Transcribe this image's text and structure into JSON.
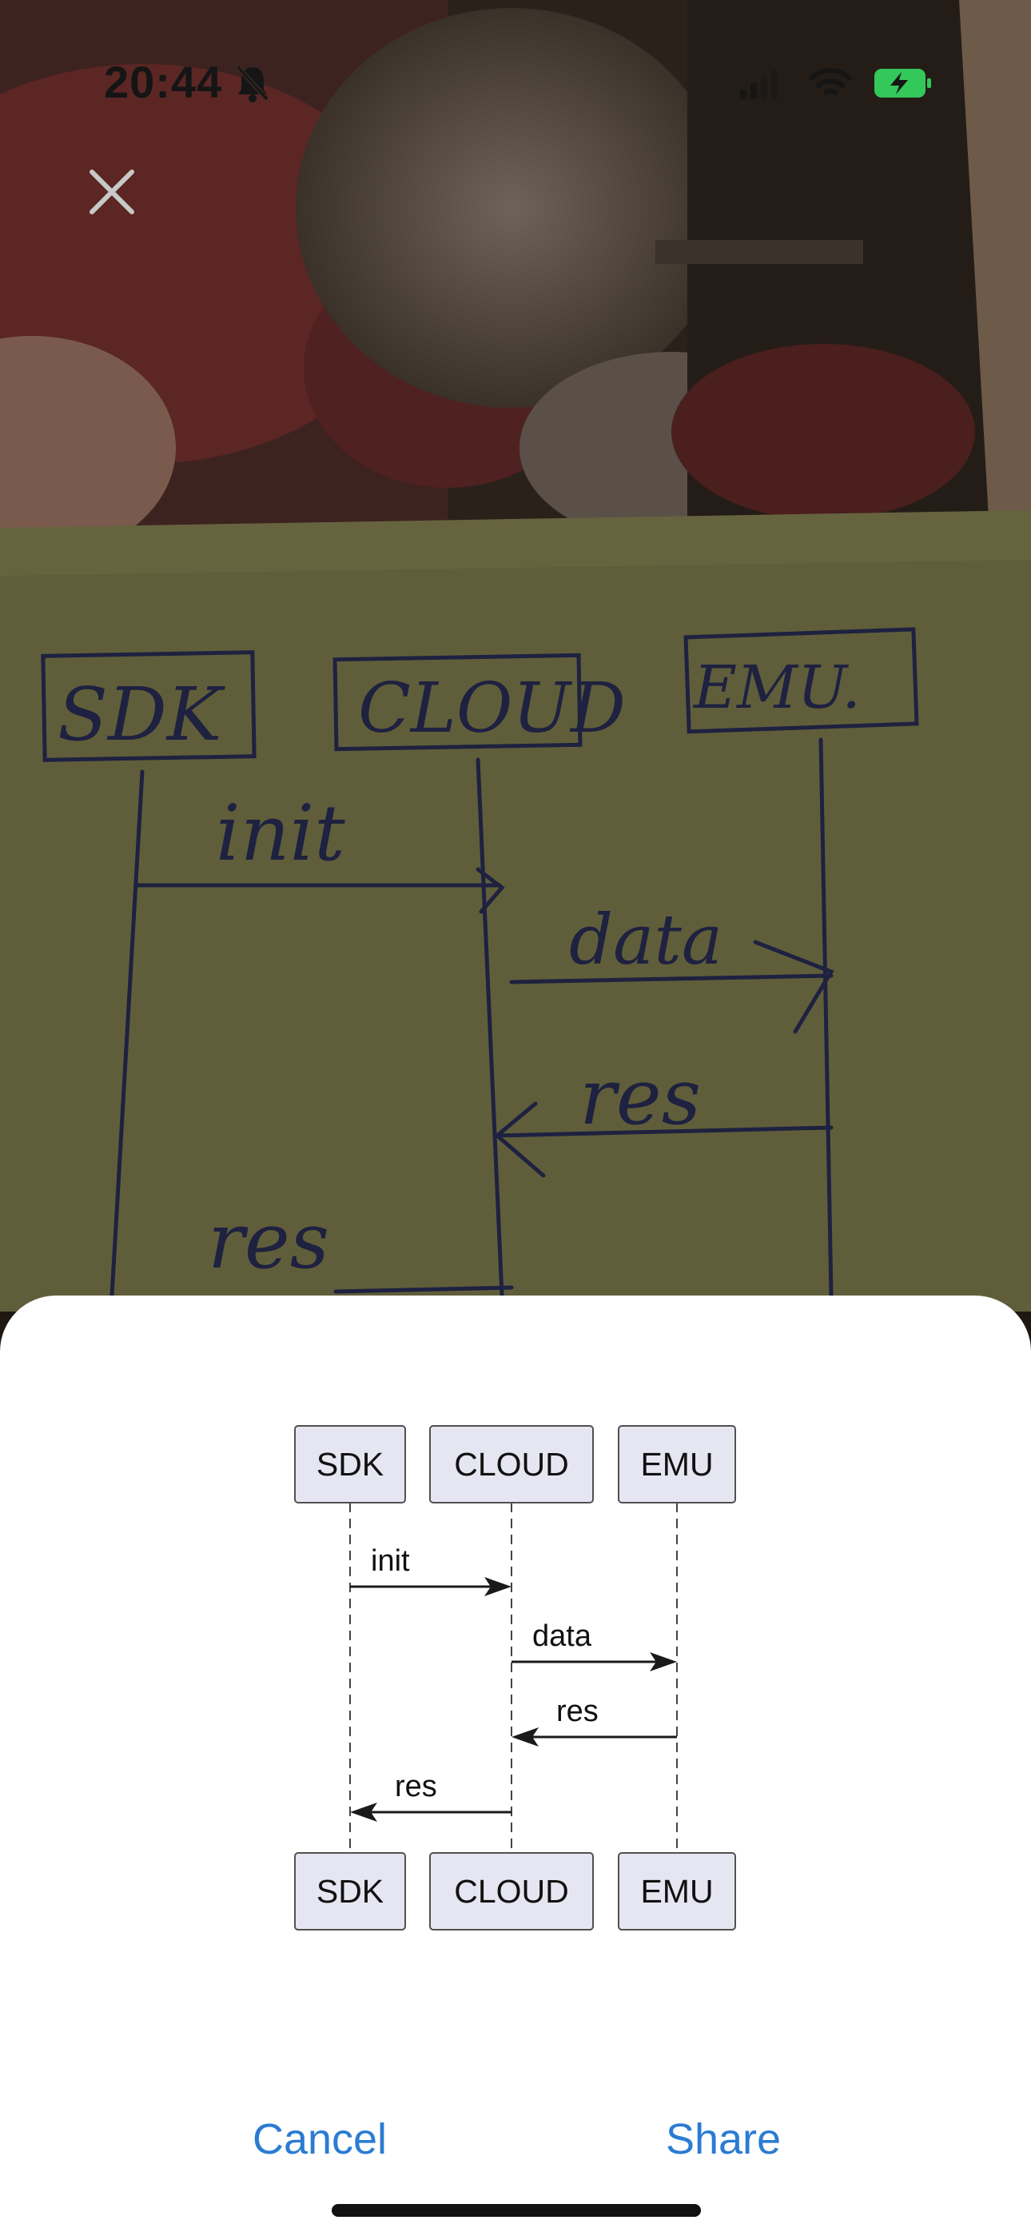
{
  "status_bar": {
    "time": "20:44",
    "icons": [
      "bell-slash-icon",
      "cellular-signal-icon",
      "wifi-icon",
      "battery-charging-icon"
    ],
    "battery_color": "#34c759"
  },
  "camera": {
    "close_icon": "close-icon",
    "photo": {
      "description_icon": "handwritten-sequence-diagram-photo",
      "handwritten_labels": {
        "participants": [
          "SDK",
          "CLOUD",
          "EMU."
        ],
        "messages": [
          "init",
          "data",
          "res",
          "res"
        ]
      }
    }
  },
  "sheet": {
    "diagram": {
      "participants": [
        "SDK",
        "CLOUD",
        "EMU"
      ],
      "messages": [
        {
          "from": 0,
          "to": 1,
          "label": "init"
        },
        {
          "from": 1,
          "to": 2,
          "label": "data"
        },
        {
          "from": 2,
          "to": 1,
          "label": "res"
        },
        {
          "from": 1,
          "to": 0,
          "label": "res"
        }
      ],
      "box_fill": "#e6e6f2"
    },
    "actions": {
      "cancel_label": "Cancel",
      "share_label": "Share",
      "accent_color": "#2b7bd3"
    }
  }
}
